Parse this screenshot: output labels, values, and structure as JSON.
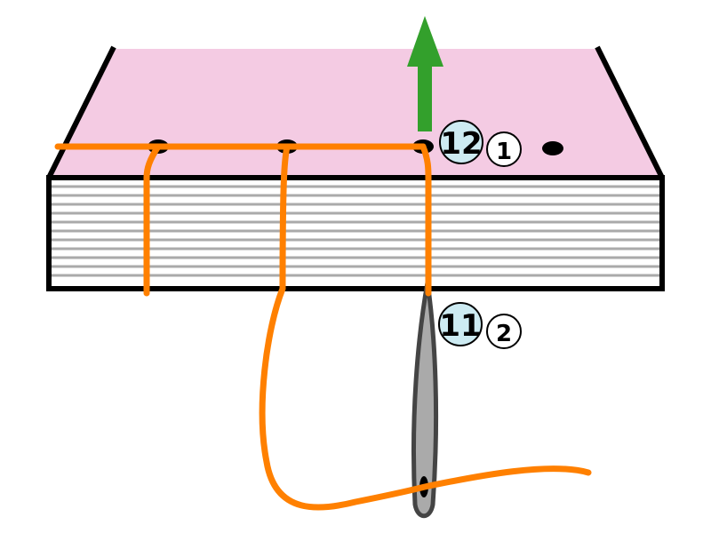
{
  "labels": {
    "big_top": "12",
    "small_top": "1",
    "big_bottom": "11",
    "small_bottom": "2"
  },
  "colors": {
    "cover": "#f4cbe3",
    "thread": "#ff8000",
    "arrow": "#33a02c",
    "badge_big": "#cdebf2",
    "needle": "#aaaaaa"
  }
}
